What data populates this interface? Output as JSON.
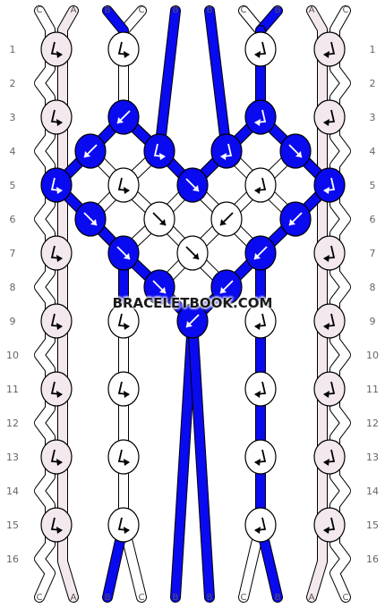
{
  "colors": {
    "A": "#f2e8ee",
    "B": "#0a0af0",
    "C": "#ffffff"
  },
  "strands_top": [
    "C",
    "A",
    "B",
    "C",
    "B",
    "B",
    "C",
    "B",
    "A",
    "C"
  ],
  "strands_bottom": [
    "C",
    "A",
    "B",
    "C",
    "B",
    "B",
    "C",
    "B",
    "A",
    "C"
  ],
  "row_numbers": [
    "1",
    "2",
    "3",
    "4",
    "5",
    "6",
    "7",
    "8",
    "9",
    "10",
    "11",
    "12",
    "13",
    "14",
    "15",
    "16"
  ],
  "knots": [
    {
      "row": 1,
      "col": 0,
      "color": "A",
      "dir": "fb"
    },
    {
      "row": 1,
      "col": 2,
      "color": "C",
      "dir": "fb"
    },
    {
      "row": 1,
      "col": 6,
      "color": "C",
      "dir": "bf"
    },
    {
      "row": 1,
      "col": 8,
      "color": "A",
      "dir": "bf"
    },
    {
      "row": 3,
      "col": 0,
      "color": "A",
      "dir": "fb"
    },
    {
      "row": 3,
      "col": 2,
      "color": "B",
      "dir": "b"
    },
    {
      "row": 3,
      "col": 6,
      "color": "B",
      "dir": "bf"
    },
    {
      "row": 3,
      "col": 8,
      "color": "A",
      "dir": "bf"
    },
    {
      "row": 4,
      "col": 1,
      "color": "B",
      "dir": "b"
    },
    {
      "row": 4,
      "col": 3,
      "color": "B",
      "dir": "fb"
    },
    {
      "row": 4,
      "col": 5,
      "color": "B",
      "dir": "bf"
    },
    {
      "row": 4,
      "col": 7,
      "color": "B",
      "dir": "f"
    },
    {
      "row": 5,
      "col": 0,
      "color": "B",
      "dir": "fb"
    },
    {
      "row": 5,
      "col": 2,
      "color": "C",
      "dir": "fb"
    },
    {
      "row": 5,
      "col": 4,
      "color": "B",
      "dir": "f"
    },
    {
      "row": 5,
      "col": 6,
      "color": "C",
      "dir": "bf"
    },
    {
      "row": 5,
      "col": 8,
      "color": "B",
      "dir": "bf"
    },
    {
      "row": 6,
      "col": 1,
      "color": "B",
      "dir": "f"
    },
    {
      "row": 6,
      "col": 3,
      "color": "C",
      "dir": "f"
    },
    {
      "row": 6,
      "col": 5,
      "color": "C",
      "dir": "b"
    },
    {
      "row": 6,
      "col": 7,
      "color": "B",
      "dir": "b"
    },
    {
      "row": 7,
      "col": 0,
      "color": "A",
      "dir": "fb"
    },
    {
      "row": 7,
      "col": 2,
      "color": "B",
      "dir": "f"
    },
    {
      "row": 7,
      "col": 4,
      "color": "C",
      "dir": "f"
    },
    {
      "row": 7,
      "col": 6,
      "color": "B",
      "dir": "b"
    },
    {
      "row": 7,
      "col": 8,
      "color": "A",
      "dir": "bf"
    },
    {
      "row": 8,
      "col": 3,
      "color": "B",
      "dir": "f"
    },
    {
      "row": 8,
      "col": 5,
      "color": "B",
      "dir": "b"
    },
    {
      "row": 9,
      "col": 0,
      "color": "A",
      "dir": "fb"
    },
    {
      "row": 9,
      "col": 2,
      "color": "C",
      "dir": "fb"
    },
    {
      "row": 9,
      "col": 4,
      "color": "B",
      "dir": "b"
    },
    {
      "row": 9,
      "col": 6,
      "color": "C",
      "dir": "bf"
    },
    {
      "row": 9,
      "col": 8,
      "color": "A",
      "dir": "bf"
    },
    {
      "row": 11,
      "col": 0,
      "color": "A",
      "dir": "fb"
    },
    {
      "row": 11,
      "col": 2,
      "color": "C",
      "dir": "fb"
    },
    {
      "row": 11,
      "col": 6,
      "color": "C",
      "dir": "bf"
    },
    {
      "row": 11,
      "col": 8,
      "color": "A",
      "dir": "bf"
    },
    {
      "row": 13,
      "col": 0,
      "color": "A",
      "dir": "fb"
    },
    {
      "row": 13,
      "col": 2,
      "color": "C",
      "dir": "fb"
    },
    {
      "row": 13,
      "col": 6,
      "color": "C",
      "dir": "bf"
    },
    {
      "row": 13,
      "col": 8,
      "color": "A",
      "dir": "bf"
    },
    {
      "row": 15,
      "col": 0,
      "color": "A",
      "dir": "fb"
    },
    {
      "row": 15,
      "col": 2,
      "color": "C",
      "dir": "fb"
    },
    {
      "row": 15,
      "col": 6,
      "color": "C",
      "dir": "bf"
    },
    {
      "row": 15,
      "col": 8,
      "color": "A",
      "dir": "bf"
    }
  ],
  "watermark": "BRACELETBOOK.COM"
}
